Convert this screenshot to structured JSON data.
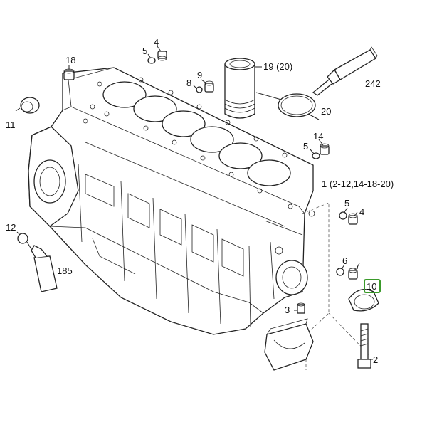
{
  "callouts": [
    {
      "id": "c18",
      "text": "18"
    },
    {
      "id": "c5a",
      "text": "5"
    },
    {
      "id": "c4a",
      "text": "4"
    },
    {
      "id": "c19",
      "text": "19 (20)"
    },
    {
      "id": "c242",
      "text": "242"
    },
    {
      "id": "c8",
      "text": "8"
    },
    {
      "id": "c9",
      "text": "9"
    },
    {
      "id": "c20",
      "text": "20"
    },
    {
      "id": "c11",
      "text": "11"
    },
    {
      "id": "c5b",
      "text": "5"
    },
    {
      "id": "c14",
      "text": "14"
    },
    {
      "id": "c1",
      "text": "1 (2-12,14-18-20)"
    },
    {
      "id": "c5c",
      "text": "5"
    },
    {
      "id": "c4b",
      "text": "4"
    },
    {
      "id": "c12",
      "text": "12"
    },
    {
      "id": "c185",
      "text": "185"
    },
    {
      "id": "c6",
      "text": "6"
    },
    {
      "id": "c7",
      "text": "7"
    },
    {
      "id": "c10",
      "text": "10"
    },
    {
      "id": "c3",
      "text": "3"
    },
    {
      "id": "c2",
      "text": "2"
    }
  ],
  "highlight": {
    "callout": "10",
    "color": "#3a9a2a"
  }
}
